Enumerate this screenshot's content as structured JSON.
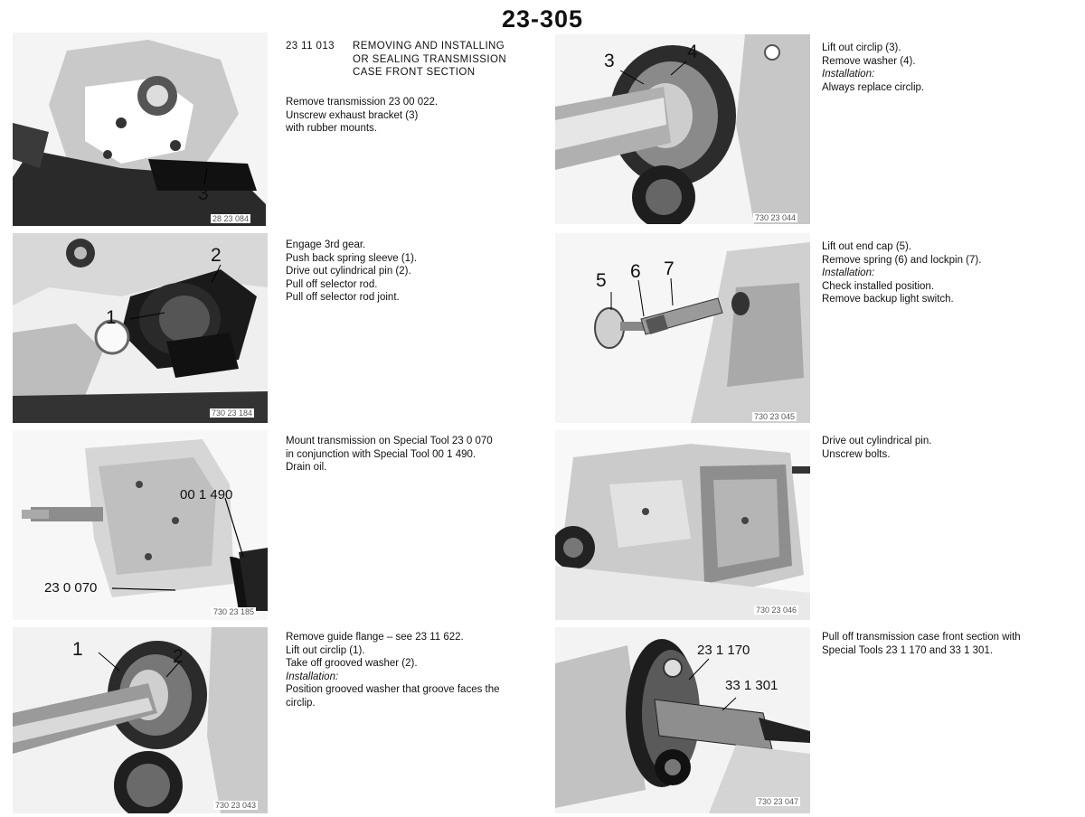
{
  "page_number": "23-305",
  "heading": {
    "code": "23 11 013",
    "title_lines": [
      "REMOVING AND INSTALLING",
      "OR SEALING TRANSMISSION",
      "CASE FRONT SECTION"
    ]
  },
  "steps": [
    {
      "figure_number": "28 23 084",
      "callouts": [
        "3"
      ],
      "lines": [
        "Remove transmission 23 00 022.",
        "Unscrew exhaust bracket (3)",
        "with rubber mounts."
      ]
    },
    {
      "figure_number": "730 23 184",
      "callouts": [
        "1",
        "2"
      ],
      "lines": [
        "Engage 3rd gear.",
        "Push back spring sleeve (1).",
        "Drive out cylindrical pin (2).",
        "Pull off selector rod.",
        "Pull off selector rod joint."
      ]
    },
    {
      "figure_number": "730 23 185",
      "callouts": [
        "00 1 490",
        "23 0 070"
      ],
      "lines": [
        "Mount transmission on Special Tool 23 0 070",
        "in conjunction with Special Tool 00 1 490.",
        "Drain oil."
      ]
    },
    {
      "figure_number": "730 23 043",
      "callouts": [
        "1",
        "2"
      ],
      "lines": [
        "Remove guide flange – see 23 11 622.",
        "Lift out circlip (1).",
        "Take off grooved washer (2)."
      ],
      "installation_label": "Installation:",
      "installation_lines": [
        "Position grooved washer that groove faces the",
        "circlip."
      ]
    },
    {
      "figure_number": "730 23 044",
      "callouts": [
        "3",
        "4"
      ],
      "lines": [
        "Lift out circlip (3).",
        "Remove washer (4)."
      ],
      "installation_label": "Installation:",
      "installation_lines": [
        "Always replace circlip."
      ]
    },
    {
      "figure_number": "730 23 045",
      "callouts": [
        "5",
        "6",
        "7"
      ],
      "lines": [
        "Lift out end cap (5).",
        "Remove spring (6) and lockpin (7)."
      ],
      "installation_label": "Installation:",
      "installation_lines": [
        "Check installed position.",
        "Remove backup light switch."
      ]
    },
    {
      "figure_number": "730 23 046",
      "callouts": [],
      "lines": [
        "Drive out cylindrical pin.",
        "Unscrew bolts."
      ]
    },
    {
      "figure_number": "730 23 047",
      "callouts": [
        "23 1 170",
        "33 1 301"
      ],
      "lines": [
        "Pull off transmission case front section with",
        "Special Tools 23 1 170 and 33 1 301."
      ]
    }
  ]
}
